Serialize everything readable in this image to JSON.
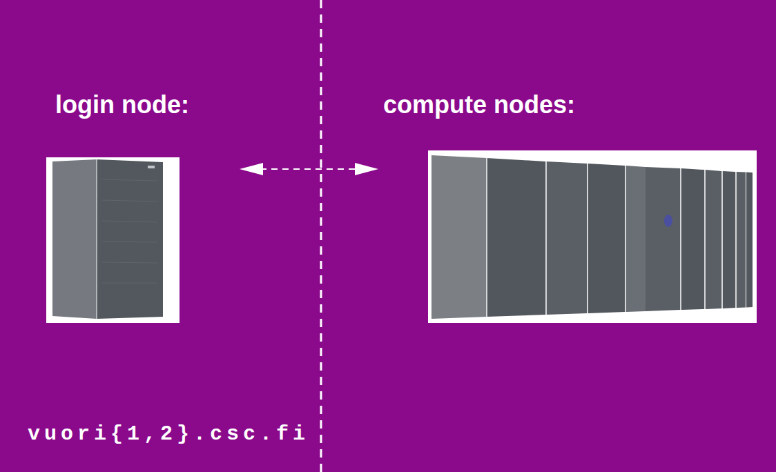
{
  "diagram": {
    "nodes": [
      {
        "text": [
          "login node:"
        ]
      },
      {
        "text": [
          "compute nodes:"
        ]
      }
    ],
    "edges": [
      {
        "from": 0,
        "to": 1,
        "arrow": "both"
      }
    ],
    "labels": [
      "vuori{1,2}.csc.fi"
    ]
  }
}
